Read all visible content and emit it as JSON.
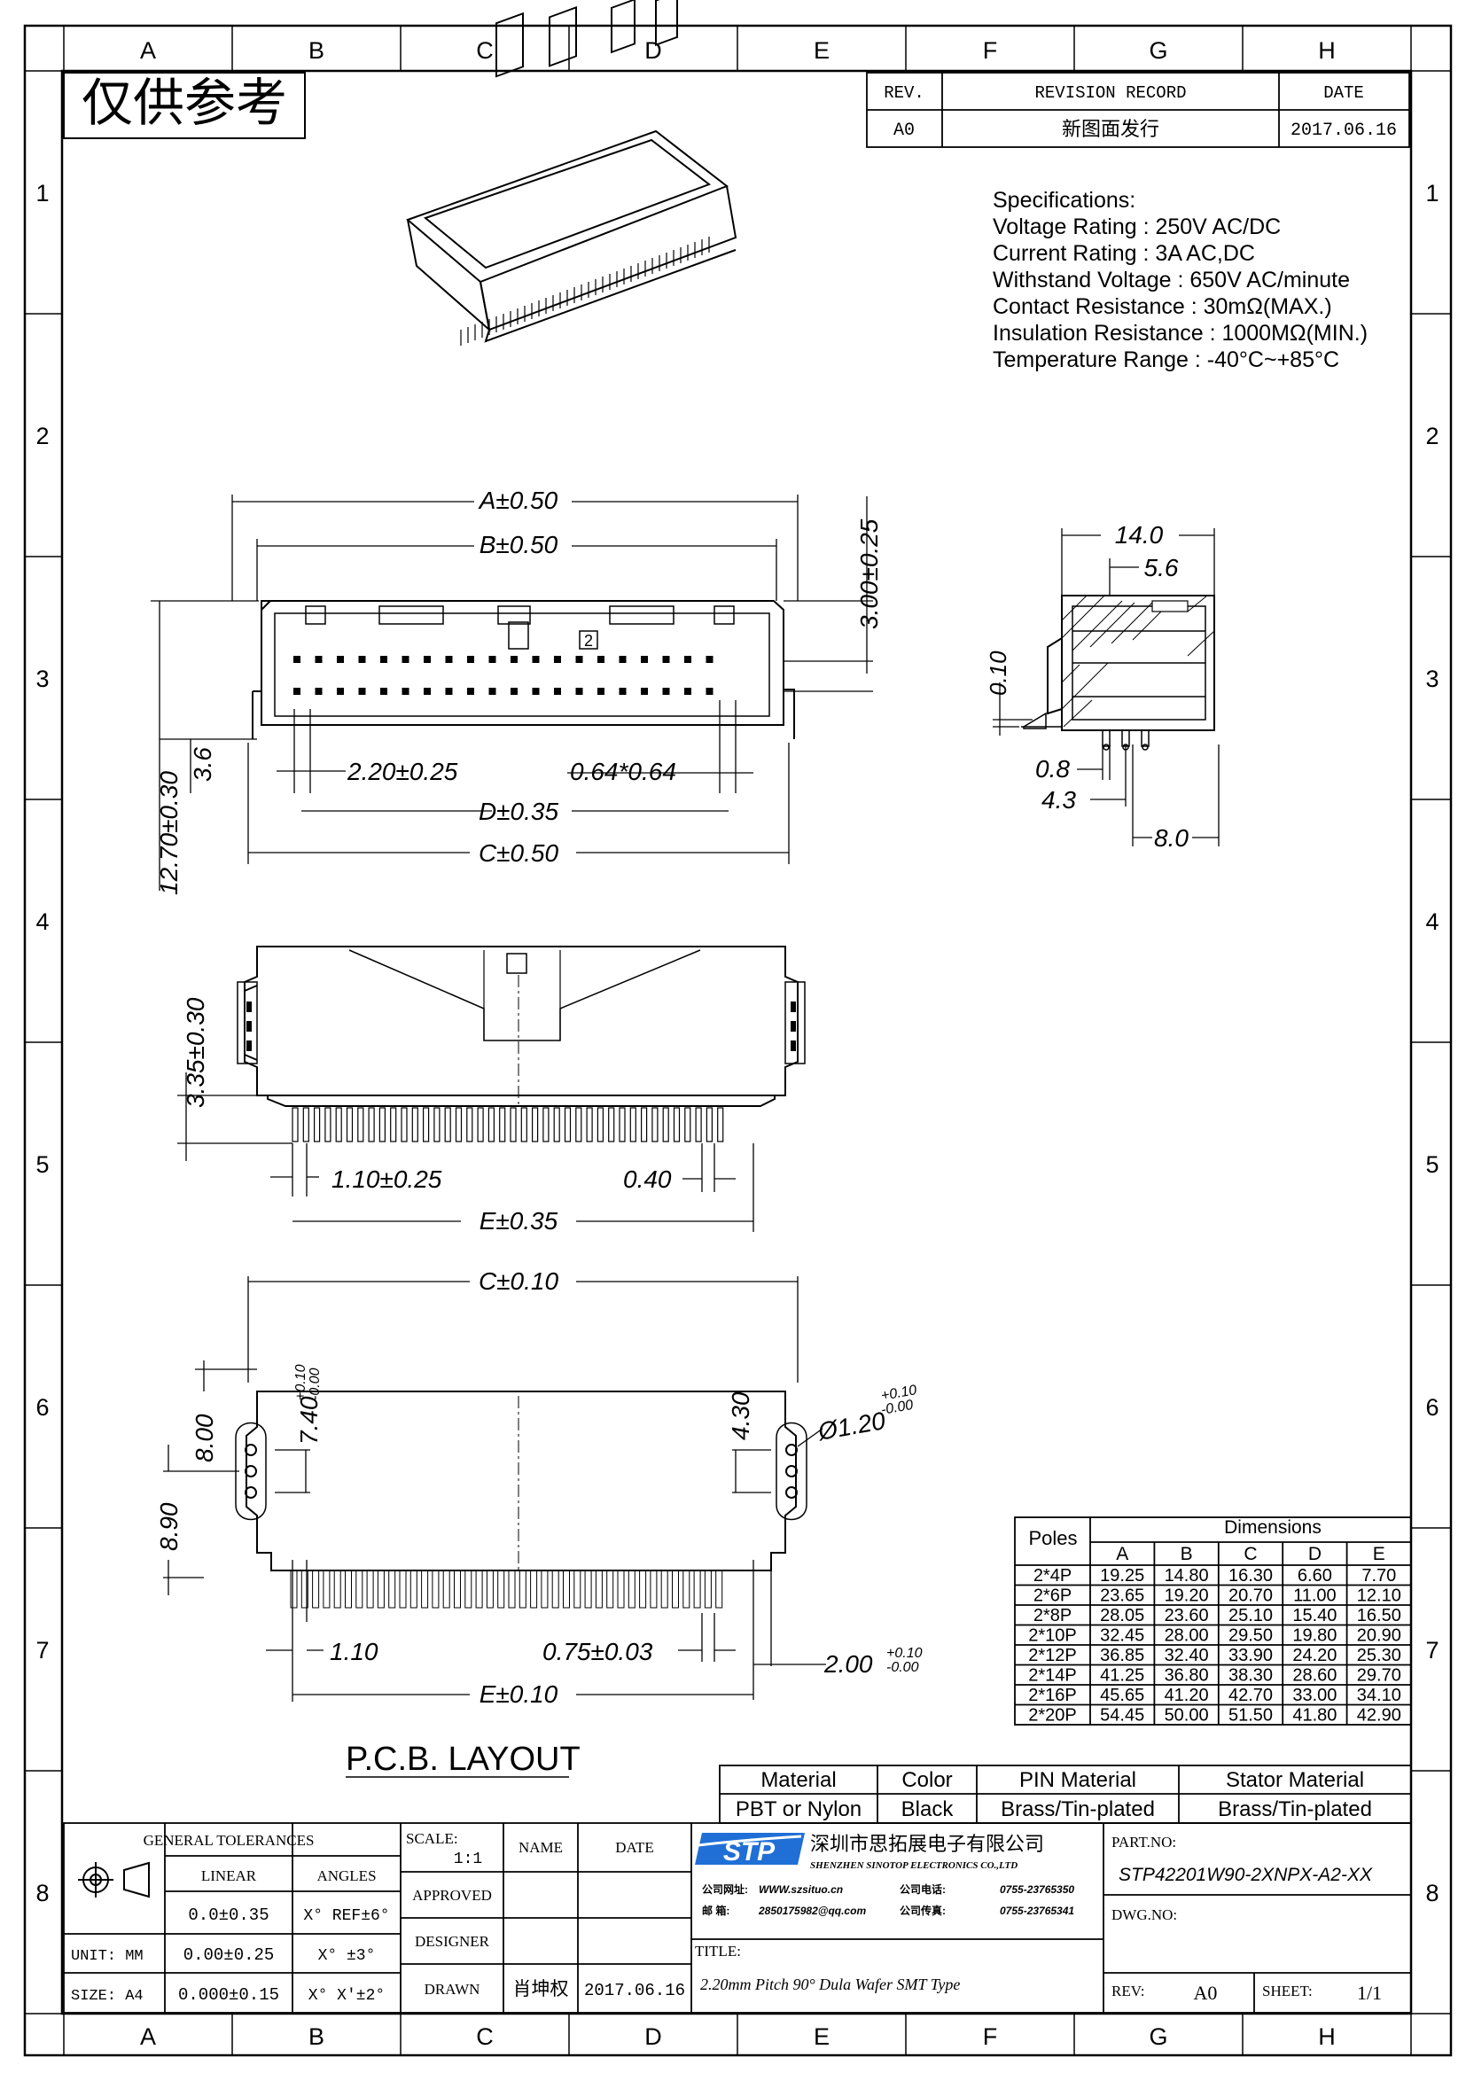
{
  "border": {
    "cols": [
      "A",
      "B",
      "C",
      "D",
      "E",
      "F",
      "G",
      "H"
    ],
    "rows": [
      "1",
      "2",
      "3",
      "4",
      "5",
      "6",
      "7",
      "8"
    ]
  },
  "stamp": "仅供参考",
  "revision": {
    "headers": [
      "REV.",
      "REVISION RECORD",
      "DATE"
    ],
    "rev": "A0",
    "record": "新图面发行",
    "date": "2017.06.16"
  },
  "specs": {
    "title": "Specifications:",
    "lines": [
      "Voltage Rating : 250V AC/DC",
      "Current Rating : 3A AC,DC",
      "Withstand Voltage : 650V AC/minute",
      "Contact Resistance : 30mΩ(MAX.)",
      "Insulation Resistance : 1000MΩ(MIN.)",
      "Temperature Range : -40°C~+85°C"
    ]
  },
  "front_view": {
    "dim_a": "A±0.50",
    "dim_b": "B±0.50",
    "dim_300": "3.00±0.25",
    "dim_2": "2",
    "dim_36": "3.6",
    "dim_1270": "12.70±0.30",
    "dim_220": "2.20±0.25",
    "dim_064": "0.64*0.64",
    "dim_d": "D±0.35",
    "dim_c": "C±0.50"
  },
  "side_view": {
    "dim_140": "14.0",
    "dim_56": "5.6",
    "dim_010": "0.10",
    "dim_08": "0.8",
    "dim_43": "4.3",
    "dim_80": "8.0"
  },
  "bottom_view": {
    "dim_335": "3.35±0.30",
    "dim_110": "1.10±0.25",
    "dim_040": "0.40",
    "dim_e": "E±0.35"
  },
  "pcb": {
    "title": "P.C.B. LAYOUT",
    "dim_c": "C±0.10",
    "dim_740": "7.40",
    "dim_740_tol_up": "+0.10",
    "dim_740_tol_dn": "-0.00",
    "dim_800": "8.00",
    "dim_890": "8.90",
    "dim_430": "4.30",
    "dim_120": "Ø1.20",
    "dim_120_tol_up": "+0.10",
    "dim_120_tol_dn": "-0.00",
    "dim_110": "1.10",
    "dim_075": "0.75±0.03",
    "dim_200": "2.00",
    "dim_200_tol_up": "+0.10",
    "dim_200_tol_dn": "-0.00",
    "dim_e": "E±0.10"
  },
  "dimensions_table": {
    "poles_label": "Poles",
    "group_label": "Dimensions",
    "columns": [
      "A",
      "B",
      "C",
      "D",
      "E"
    ],
    "rows": [
      {
        "pole": "2*4P",
        "values": [
          "19.25",
          "14.80",
          "16.30",
          "6.60",
          "7.70"
        ]
      },
      {
        "pole": "2*6P",
        "values": [
          "23.65",
          "19.20",
          "20.70",
          "11.00",
          "12.10"
        ]
      },
      {
        "pole": "2*8P",
        "values": [
          "28.05",
          "23.60",
          "25.10",
          "15.40",
          "16.50"
        ]
      },
      {
        "pole": "2*10P",
        "values": [
          "32.45",
          "28.00",
          "29.50",
          "19.80",
          "20.90"
        ]
      },
      {
        "pole": "2*12P",
        "values": [
          "36.85",
          "32.40",
          "33.90",
          "24.20",
          "25.30"
        ]
      },
      {
        "pole": "2*14P",
        "values": [
          "41.25",
          "36.80",
          "38.30",
          "28.60",
          "29.70"
        ]
      },
      {
        "pole": "2*16P",
        "values": [
          "45.65",
          "41.20",
          "42.70",
          "33.00",
          "34.10"
        ]
      },
      {
        "pole": "2*20P",
        "values": [
          "54.45",
          "50.00",
          "51.50",
          "41.80",
          "42.90"
        ]
      }
    ]
  },
  "material_table": {
    "headers": [
      "Material",
      "Color",
      "PIN Material",
      "Stator Material"
    ],
    "values": [
      "PBT or Nylon",
      "Black",
      "Brass/Tin-plated",
      "Brass/Tin-plated"
    ]
  },
  "title_block": {
    "general_tolerances": "GENERAL TOLERANCES",
    "linear": "LINEAR",
    "angles": "ANGLES",
    "tol_rows": [
      {
        "linear": "0.0±0.35",
        "angle": "X° REF±6°"
      },
      {
        "linear": "0.00±0.25",
        "angle": "X° ±3°"
      },
      {
        "linear": "0.000±0.15",
        "angle": "X° X'±2°"
      }
    ],
    "unit": "UNIT: MM",
    "size": "SIZE: A4",
    "scale_label": "SCALE:",
    "scale_value": "1:1",
    "name_label": "NAME",
    "date_label": "DATE",
    "approved": "APPROVED",
    "designer": "DESIGNER",
    "drawn": "DRAWN",
    "drawn_name": "肖坤权",
    "drawn_date": "2017.06.16",
    "logo_text": "STP",
    "company_cn": "深圳市思拓展电子有限公司",
    "company_en": "SHENZHEN SINOTOP ELECTRONICS CO.,LTD",
    "web_label": "公司网址:",
    "web": "WWW.szsituo.cn",
    "tel_label": "公司电话:",
    "tel": "0755-23765350",
    "mail_label": "邮    箱:",
    "mail": "2850175982@qq.com",
    "fax_label": "公司传真:",
    "fax": "0755-23765341",
    "part_no_label": "PART.NO:",
    "part_no": "STP42201W90-2XNPX-A2-XX",
    "dwg_no_label": "DWG.NO:",
    "title_label": "TITLE:",
    "title_value": "2.20mm Pitch 90° Dula Wafer SMT Type",
    "rev_label": "REV:",
    "rev_value": "A0",
    "sheet_label": "SHEET:",
    "sheet_value": "1/1"
  },
  "colors": {
    "line": "#000000",
    "logo": "#1f6fd6",
    "paper": "#ffffff"
  }
}
